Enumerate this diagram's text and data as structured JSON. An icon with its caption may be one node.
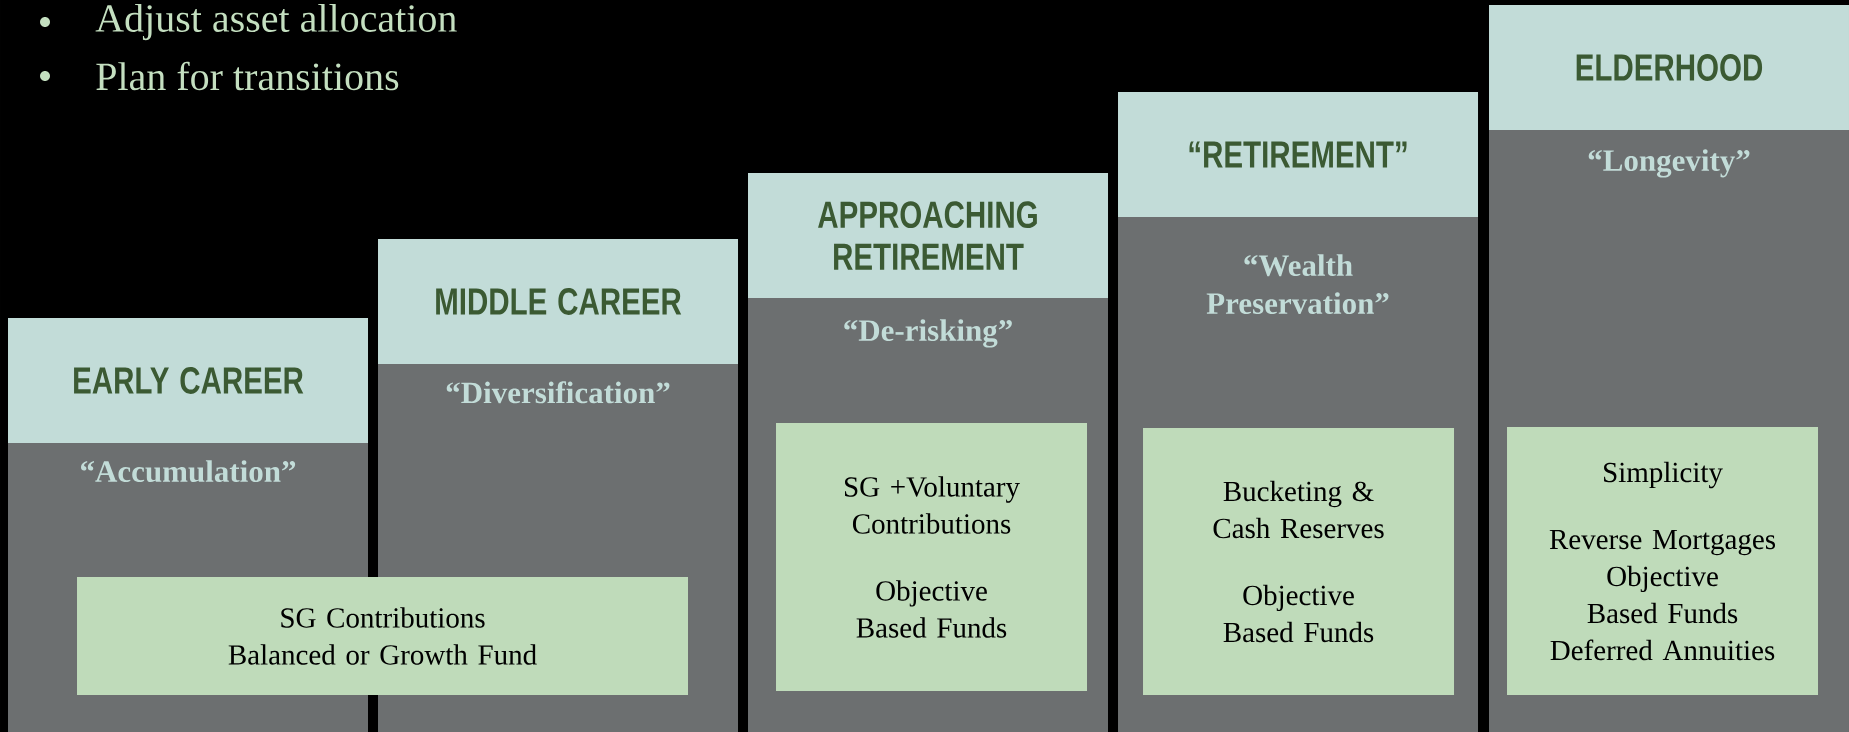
{
  "diagram": {
    "nodes": [
      {
        "text": [
          "EARLY CAREER",
          "“Accumulation”"
        ]
      },
      {
        "text": [
          "MIDDLE CAREER",
          "“Diversification”"
        ]
      },
      {
        "text": [
          "APPROACHING RETIREMENT",
          "“De-risking”"
        ]
      },
      {
        "text": [
          "“RETIREMENT”",
          "“Wealth Preservation”"
        ]
      },
      {
        "text": [
          "ELDERHOOD",
          "“Longevity”"
        ]
      },
      {
        "text": [
          "SG Contributions Balanced or Growth Fund"
        ]
      },
      {
        "text": [
          "SG +Voluntary Contributions",
          "Objective Based Funds"
        ],
        "in": 2
      },
      {
        "text": [
          "Bucketing & Cash Reserves",
          "Objective Based Funds"
        ],
        "in": 3
      },
      {
        "text": [
          "Simplicity",
          "Reverse Mortgages",
          "Objective Based Funds",
          "Deferred Annuities"
        ],
        "in": 4
      }
    ],
    "labels": [
      "Adjust asset allocation",
      "Plan for transitions"
    ]
  }
}
